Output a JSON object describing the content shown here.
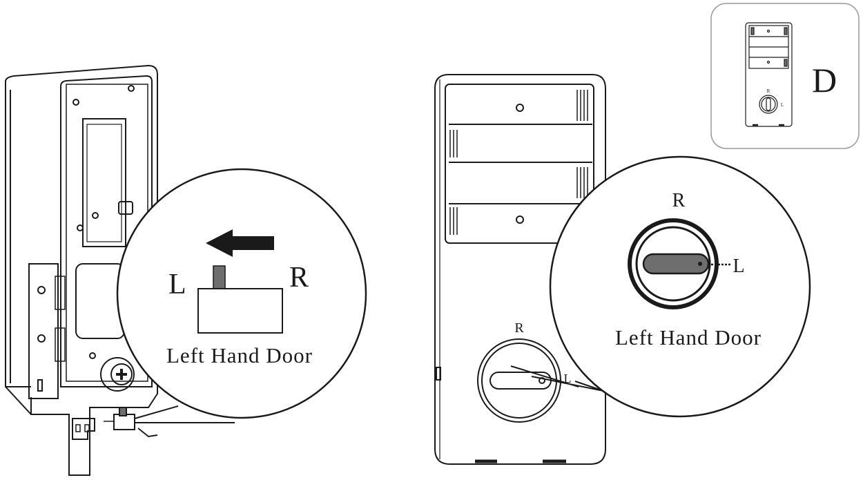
{
  "left_callout": {
    "label_left": "L",
    "label_right": "R",
    "caption": "Left Hand Door"
  },
  "right_body": {
    "knob_label_r": "R",
    "knob_label_l": "L"
  },
  "right_callout": {
    "label_r": "R",
    "label_l": "L",
    "caption": "Left Hand Door"
  },
  "inset": {
    "tag": "D",
    "label_r": "R",
    "label_l": "L"
  },
  "colors": {
    "stroke": "#1a1a1a",
    "switch_fill": "#6e6e6e",
    "slot_fill": "#6e6e6e",
    "inset_border": "#9a9a9a"
  }
}
